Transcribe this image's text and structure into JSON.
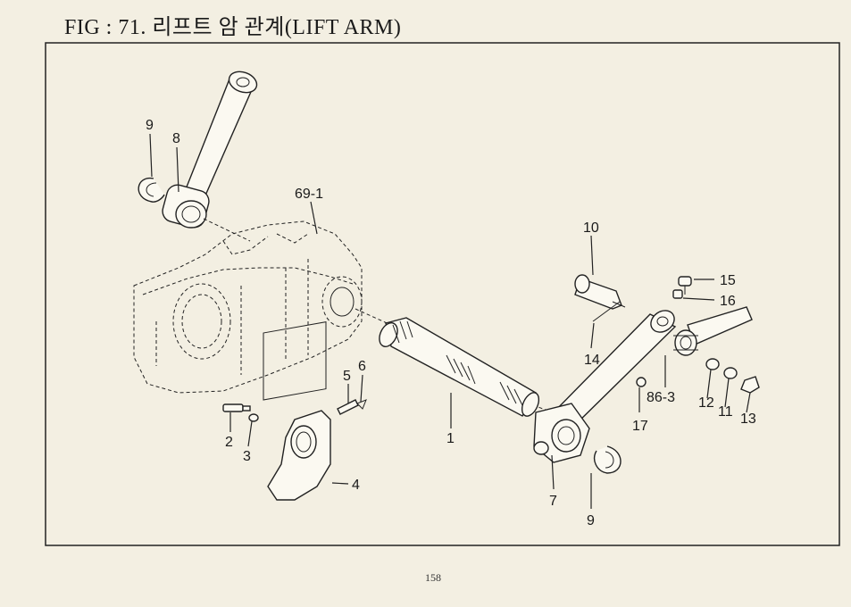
{
  "header": {
    "title": "FIG : 71. 리프트 암 관계(LIFT ARM)"
  },
  "footer": {
    "page_number": "158"
  },
  "callouts": {
    "c1": "1",
    "c2": "2",
    "c3": "3",
    "c4": "4",
    "c5": "5",
    "c6": "6",
    "c7": "7",
    "c8": "8",
    "c9a": "9",
    "c9b": "9",
    "c10": "10",
    "c11": "11",
    "c12": "12",
    "c13": "13",
    "c14": "14",
    "c15": "15",
    "c16": "16",
    "c17": "17",
    "c69_1": "69-1",
    "c86_3": "86-3"
  }
}
